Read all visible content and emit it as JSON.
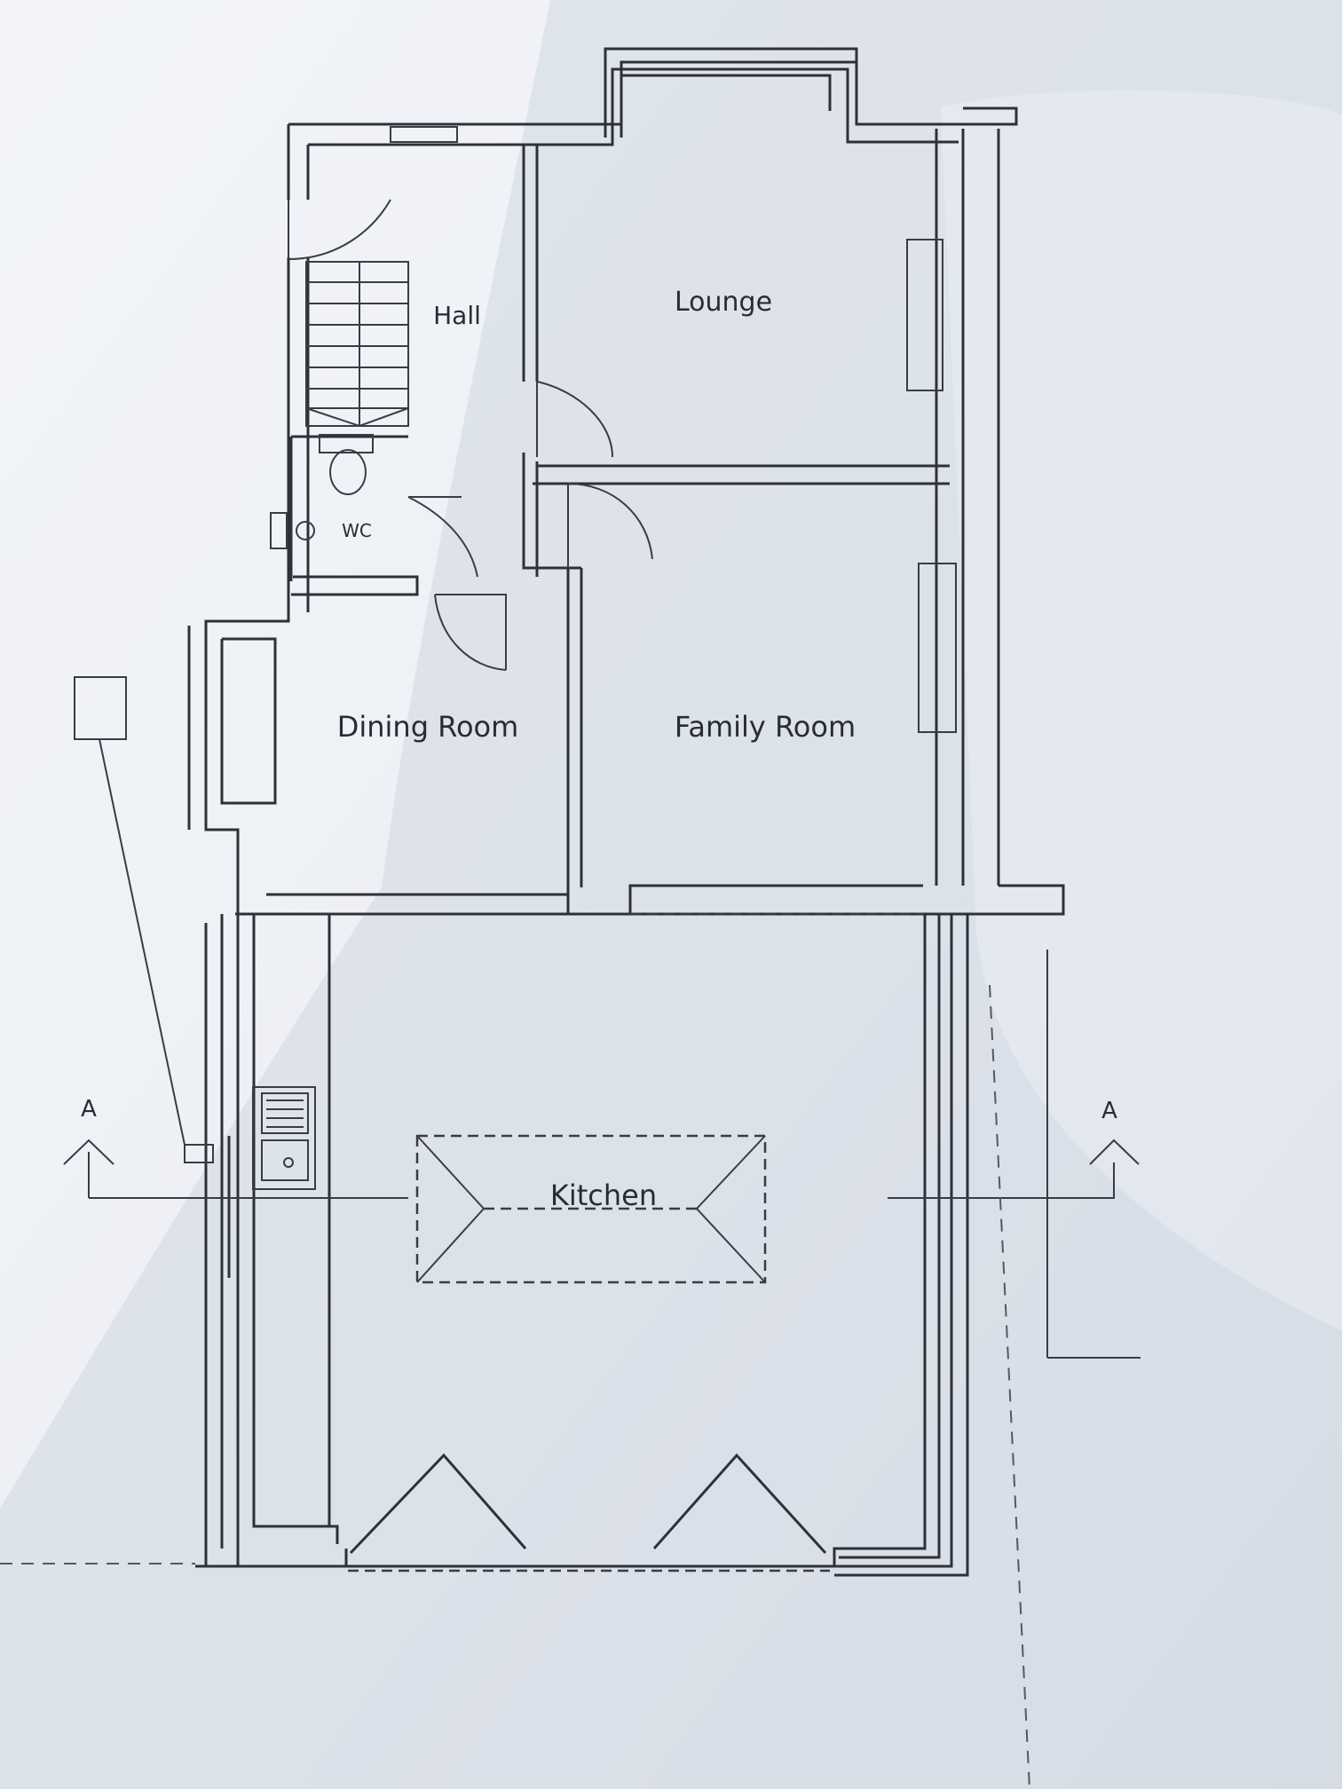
{
  "rooms": {
    "hall": "Hall",
    "lounge": "Lounge",
    "wc": "WC",
    "dining": "Dining Room",
    "family": "Family Room",
    "kitchen": "Kitchen"
  },
  "section_marker": "A",
  "colors": {
    "paper": "#eef1f6",
    "ink": "#2f3138"
  }
}
